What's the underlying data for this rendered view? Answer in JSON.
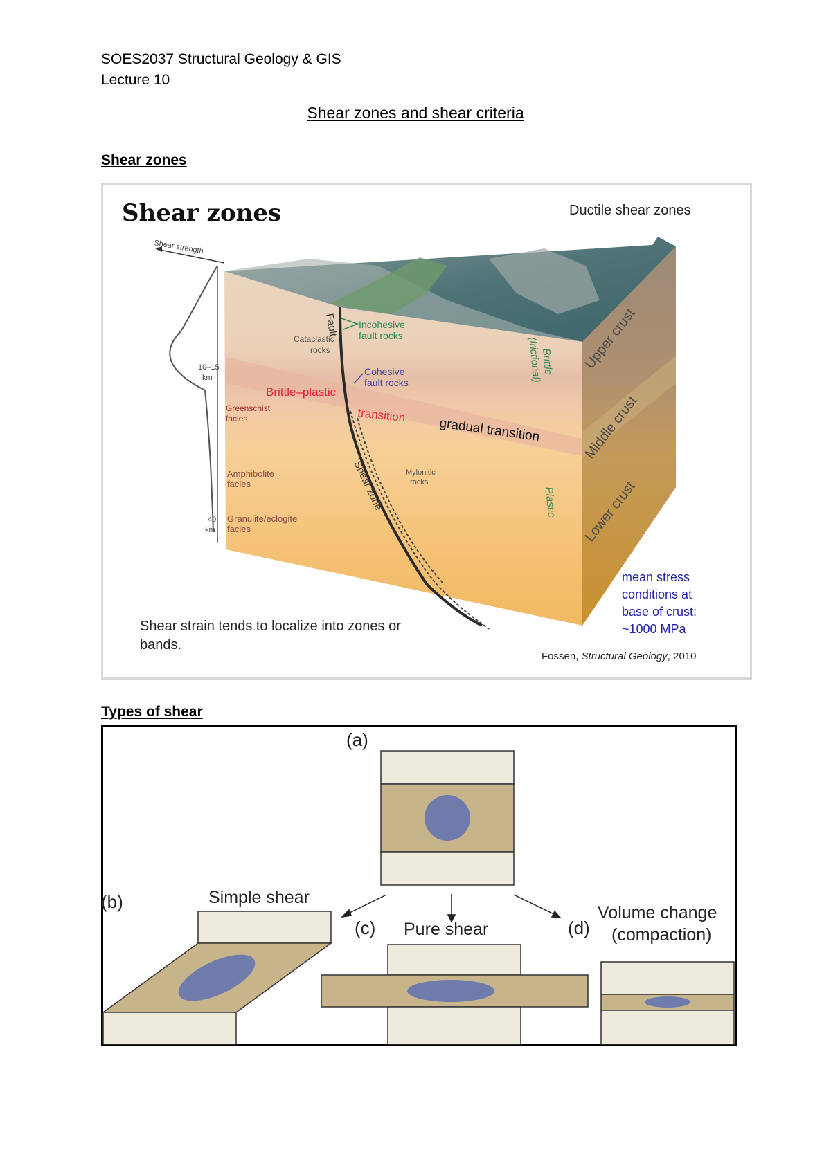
{
  "header": {
    "course": "SOES2037 Structural Geology & GIS",
    "lecture": "Lecture 10"
  },
  "title": "Shear zones and shear criteria",
  "sections": [
    {
      "heading": "Shear zones"
    },
    {
      "heading": "Types of shear"
    }
  ],
  "figure1": {
    "title": "Shear zones",
    "subtitle": "Ductile shear zones",
    "strength_axis": "Shear strength",
    "depth_1": [
      "10–15",
      "km"
    ],
    "depth_2": [
      "40",
      "km"
    ],
    "fault": "Fault",
    "incohesive": [
      "Incohesive",
      "fault rocks"
    ],
    "cataclastic": [
      "Cataclastic",
      "rocks"
    ],
    "cohesive": [
      "Cohesive",
      "fault rocks"
    ],
    "brittle_plastic": "Brittle–plastic",
    "transition": "transition",
    "greenschist": [
      "Greenschist",
      "facies"
    ],
    "gradual": "gradual transition",
    "shear_zone": "Shear zone",
    "mylonitic": [
      "Mylonitic",
      "rocks"
    ],
    "amphibolite": [
      "Amphibolite",
      "facies"
    ],
    "granulite": [
      "Granulite/eclogite",
      "facies"
    ],
    "brittle_side": [
      "Brittle",
      "(frictional)"
    ],
    "plastic_side": "Plastic",
    "upper_crust": "Upper crust",
    "middle_crust": "Middle crust",
    "lower_crust": "Lower crust",
    "stress": [
      "mean stress",
      "conditions at",
      "base of crust:",
      "~1000 MPa"
    ],
    "caption": [
      "Shear strain tends to localize into zones or",
      "bands."
    ],
    "credit_author": "Fossen, ",
    "credit_book": "Structural Geology",
    "credit_year": ", 2010",
    "colors": {
      "incohesive": "#2e8b57",
      "brittle_plastic": "#e8203c",
      "stress": "#2323a8",
      "sea": "#3f6b70"
    }
  },
  "figure2": {
    "label_a": "(a)",
    "label_b": "(b)",
    "label_c": "(c)",
    "label_d": "(d)",
    "simple": "Simple shear",
    "pure": "Pure shear",
    "volume": [
      "Volume change",
      "(compaction)"
    ],
    "colors": {
      "light": "#eeeadc",
      "tan": "#c8b48a",
      "ellipse": "#6f7cab"
    }
  }
}
